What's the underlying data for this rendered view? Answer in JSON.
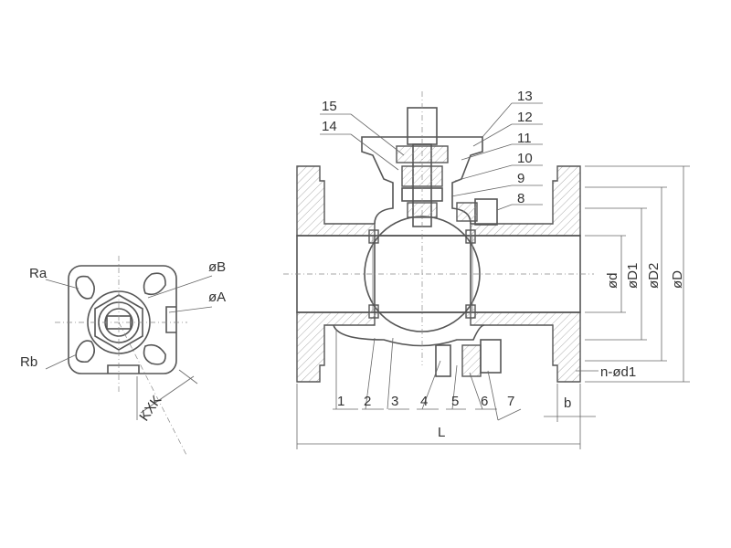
{
  "top_view": {
    "labels": {
      "ra": "Ra",
      "rb": "Rb",
      "b": "øB",
      "a": "øA",
      "kxk": "KXK"
    }
  },
  "section_view": {
    "part_numbers": [
      "1",
      "2",
      "3",
      "4",
      "5",
      "6",
      "7",
      "8",
      "9",
      "10",
      "11",
      "12",
      "13",
      "14",
      "15"
    ],
    "dimensions": {
      "d": "ød",
      "d1": "øD1",
      "d2": "øD2",
      "D": "øD",
      "nd1": "n-ød1",
      "b": "b",
      "L": "L"
    }
  }
}
